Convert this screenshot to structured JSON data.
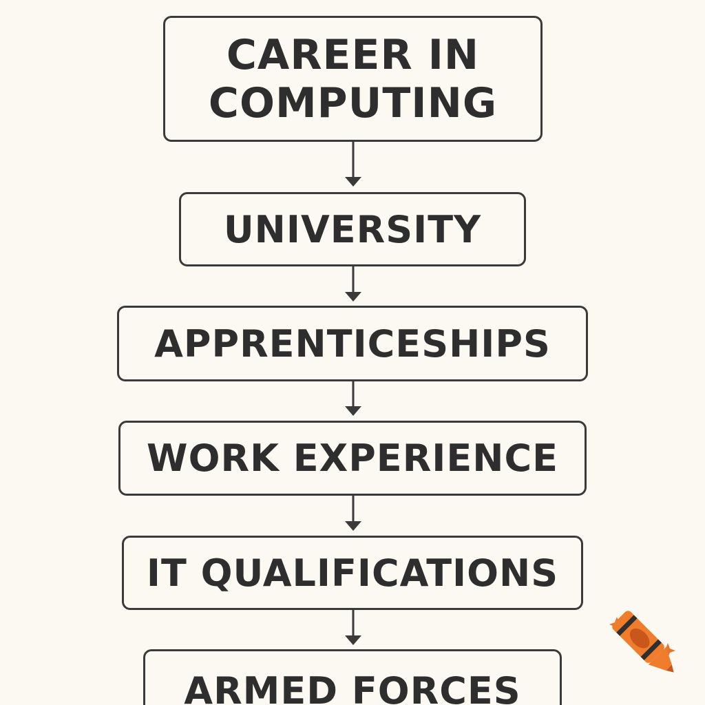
{
  "diagram": {
    "nodes": [
      {
        "id": "career",
        "label": "CAREER IN COMPUTING"
      },
      {
        "id": "university",
        "label": "UNIVERSITY"
      },
      {
        "id": "apprenticeships",
        "label": "APPRENTICESHIPS"
      },
      {
        "id": "work",
        "label": "WORK EXPERIENCE"
      },
      {
        "id": "it",
        "label": "IT QUALIFICATIONS"
      },
      {
        "id": "armed",
        "label": "ARMED FORCES"
      }
    ],
    "edges": [
      {
        "from": "career",
        "to": "university"
      },
      {
        "from": "university",
        "to": "apprenticeships"
      },
      {
        "from": "apprenticeships",
        "to": "work"
      },
      {
        "from": "work",
        "to": "it"
      },
      {
        "from": "it",
        "to": "armed"
      }
    ]
  },
  "colors": {
    "background": "#fcf9f2",
    "stroke": "#3a3a3a",
    "text": "#2e2e2e",
    "crayon": "#e8742a"
  },
  "icons": {
    "corner": "crayon-icon",
    "sparkles": "sparkle-icon"
  }
}
